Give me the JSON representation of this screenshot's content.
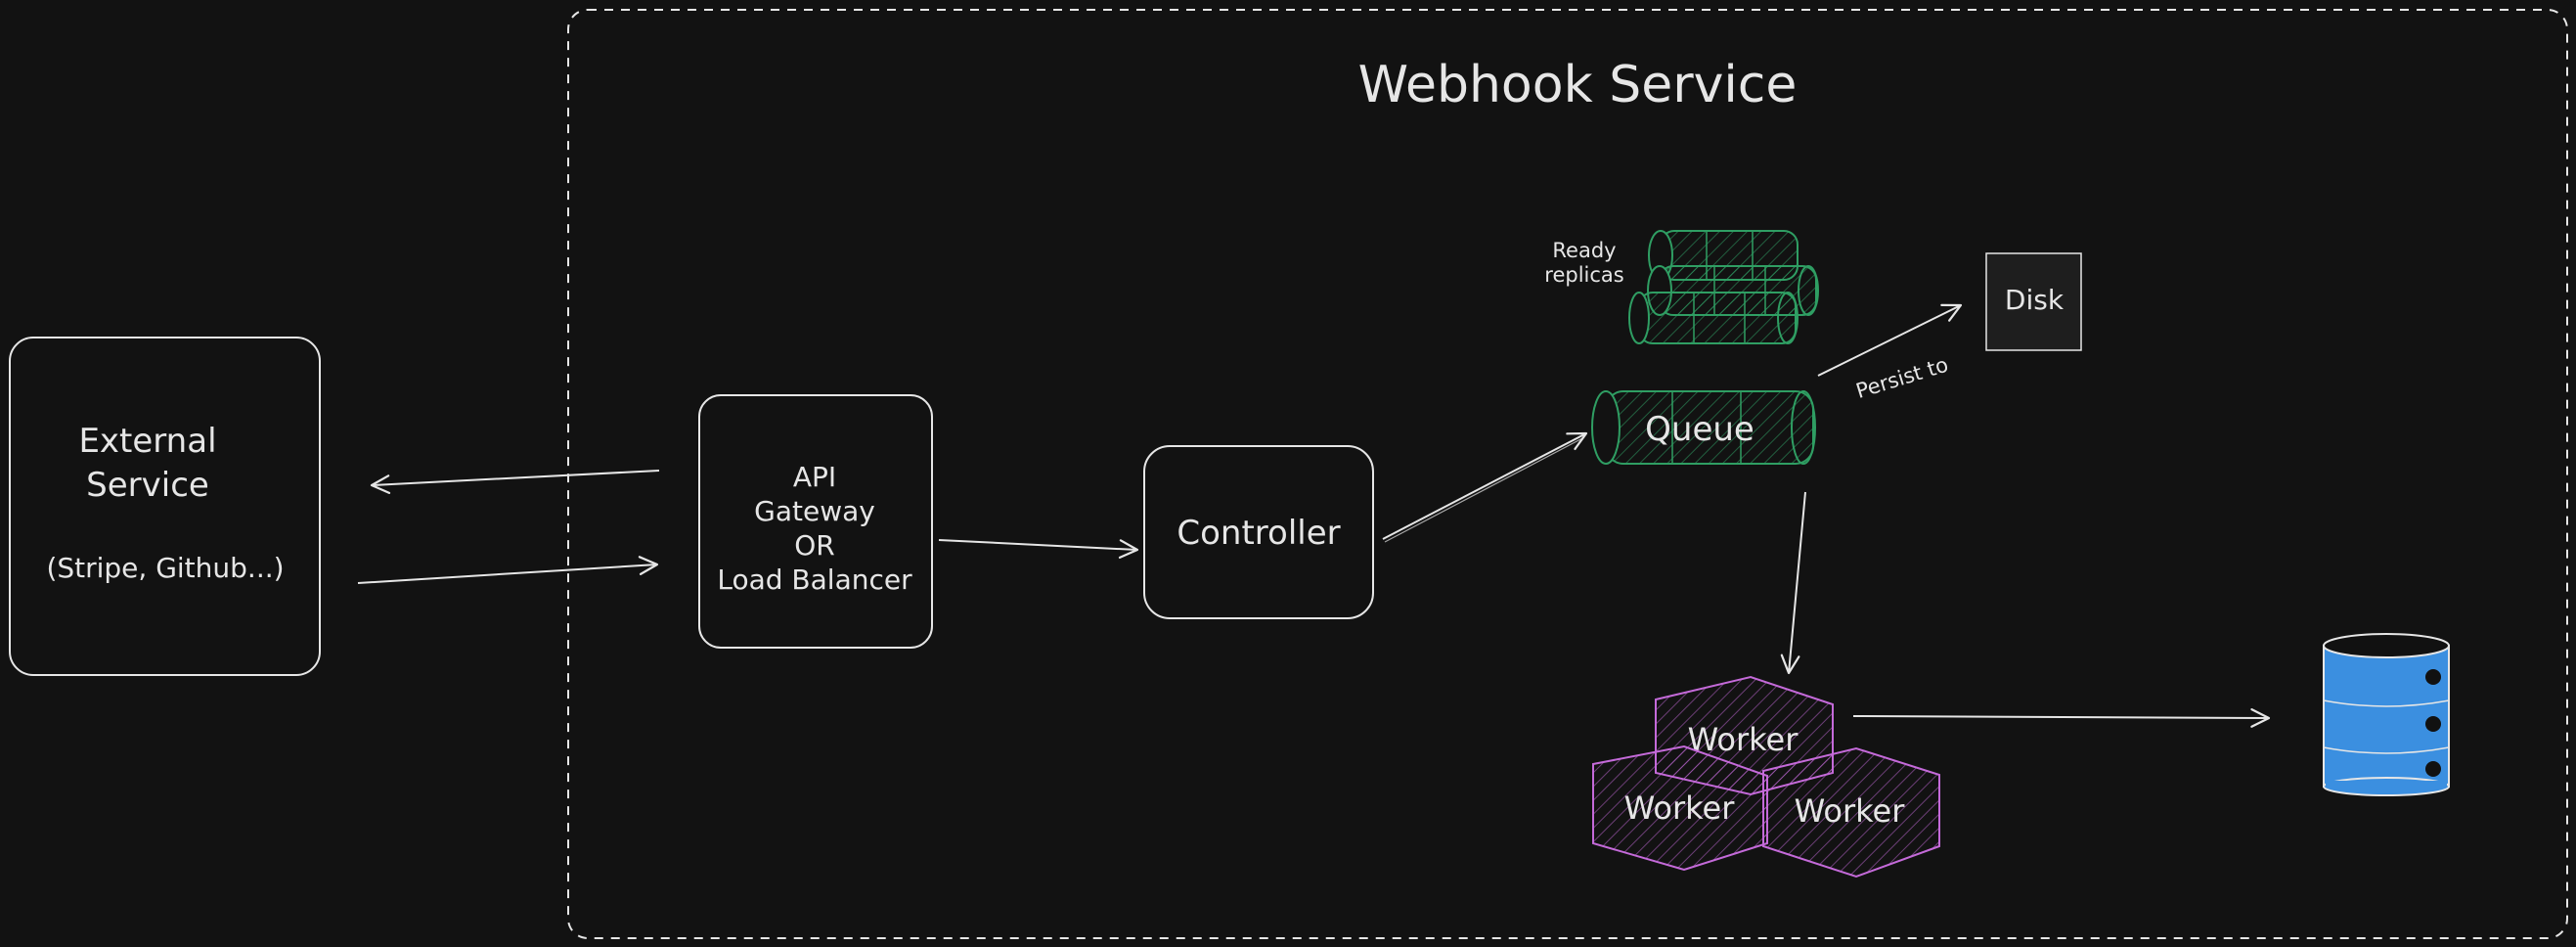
{
  "diagram": {
    "title": "Webhook Service",
    "external_service": {
      "line1": "External",
      "line2": "Service",
      "subtitle": "(Stripe, Github...)"
    },
    "gateway": {
      "line1": "API",
      "line2": "Gateway",
      "line3": "OR",
      "line4": "Load Balancer"
    },
    "controller": {
      "label": "Controller"
    },
    "queue": {
      "label": "Queue"
    },
    "replicas_note": {
      "line1": "Ready",
      "line2": "replicas"
    },
    "disk": {
      "label": "Disk"
    },
    "persist_label": "Persist to",
    "workers": [
      {
        "label": "Worker"
      },
      {
        "label": "Worker"
      },
      {
        "label": "Worker"
      }
    ],
    "colors": {
      "background": "#121212",
      "stroke": "#e6e6e6",
      "queue_green": "#2f9e63",
      "worker_purple": "#c46ad9",
      "db_blue": "#3b8fe0"
    }
  }
}
